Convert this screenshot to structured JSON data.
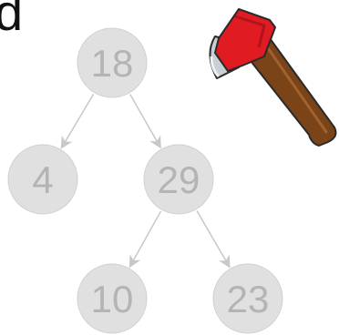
{
  "corner_text": "d",
  "tree": {
    "nodes": [
      {
        "id": "root",
        "label": "18"
      },
      {
        "id": "left",
        "label": "4"
      },
      {
        "id": "right",
        "label": "29"
      },
      {
        "id": "right-left",
        "label": "10"
      },
      {
        "id": "right-right",
        "label": "23"
      }
    ],
    "edges": [
      {
        "from": "root",
        "to": "left"
      },
      {
        "from": "root",
        "to": "right"
      },
      {
        "from": "right",
        "to": "right-left"
      },
      {
        "from": "right",
        "to": "right-right"
      }
    ]
  },
  "colors": {
    "node_fill": "#e0e0e0",
    "node_stroke": "#d0d0d0",
    "node_text": "#b4b4b4",
    "edge": "#c8c8c8",
    "axe_head": "#e01b22",
    "axe_blade": "#c9d0d4",
    "axe_handle": "#7a4418",
    "outline": "#2a2a2a"
  },
  "icons": {
    "axe": "axe-icon"
  }
}
